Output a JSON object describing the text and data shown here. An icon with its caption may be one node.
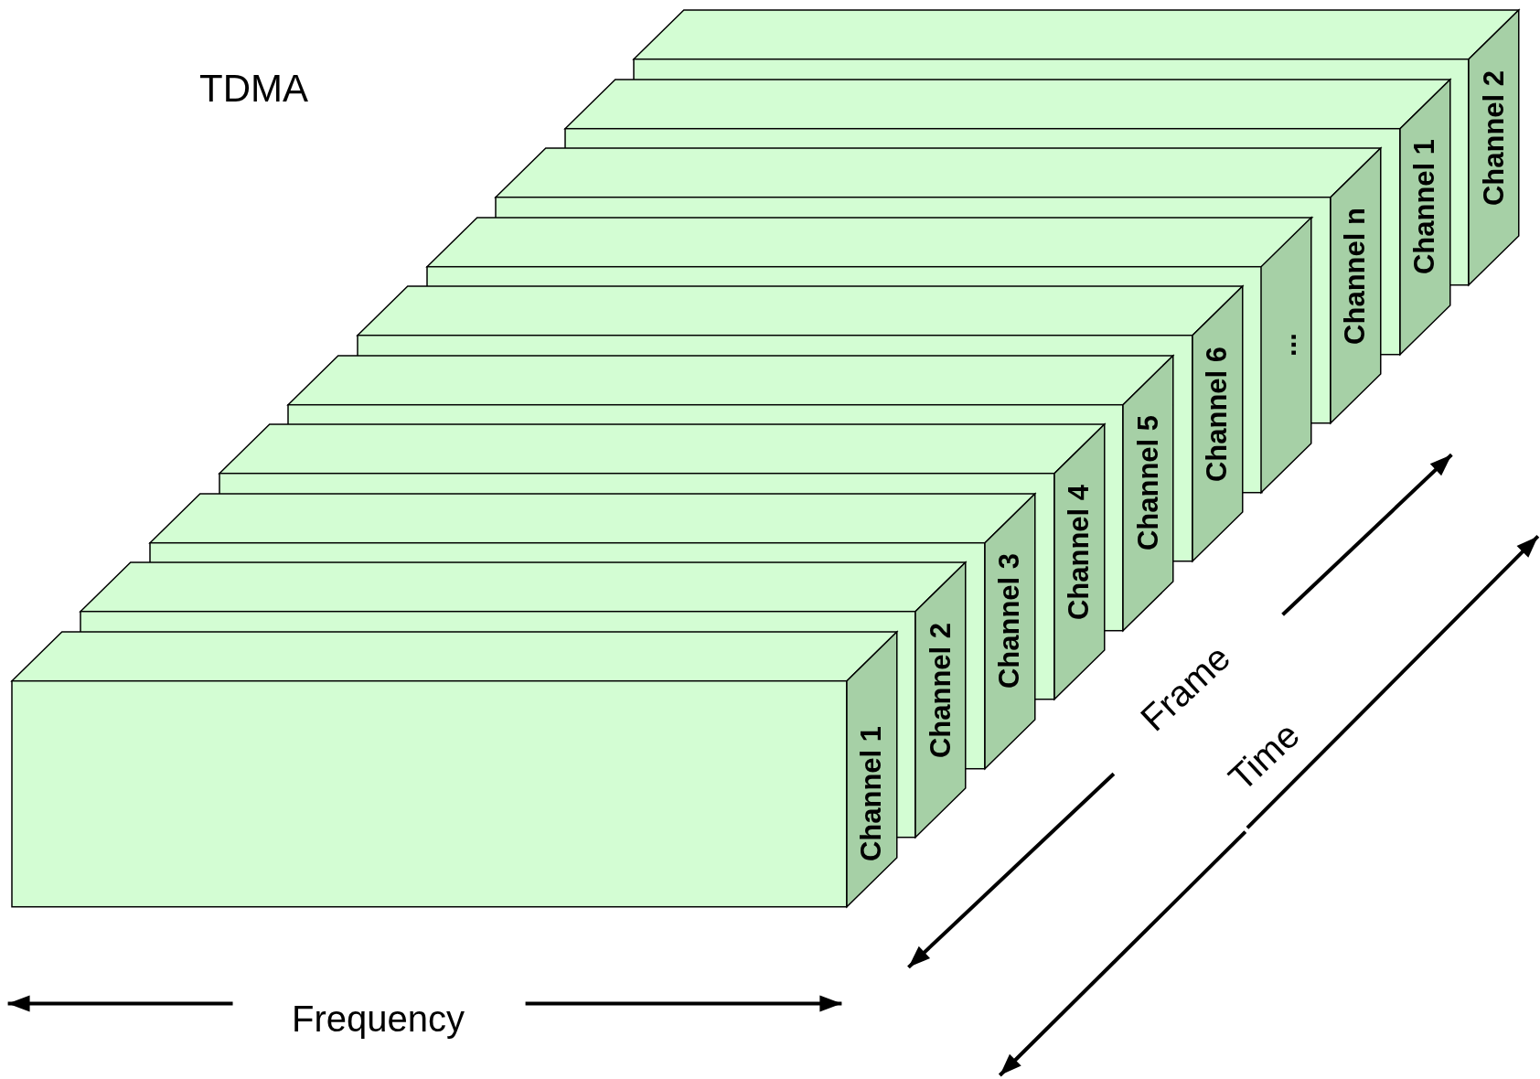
{
  "diagram": {
    "title": "TDMA",
    "nodes": [
      {
        "text": [
          "Channel 1"
        ]
      },
      {
        "text": [
          "Channel 2"
        ]
      },
      {
        "text": [
          "Channel 3"
        ]
      },
      {
        "text": [
          "Channel 4"
        ]
      },
      {
        "text": [
          "Channel 5"
        ]
      },
      {
        "text": [
          "Channel 6"
        ]
      },
      {
        "text": [
          "..."
        ]
      },
      {
        "text": [
          "Channel n"
        ]
      },
      {
        "text": [
          "Channel 1"
        ]
      },
      {
        "text": [
          "Channel 2"
        ]
      }
    ],
    "labels": [
      "Frequency",
      "Frame",
      "Time"
    ]
  }
}
